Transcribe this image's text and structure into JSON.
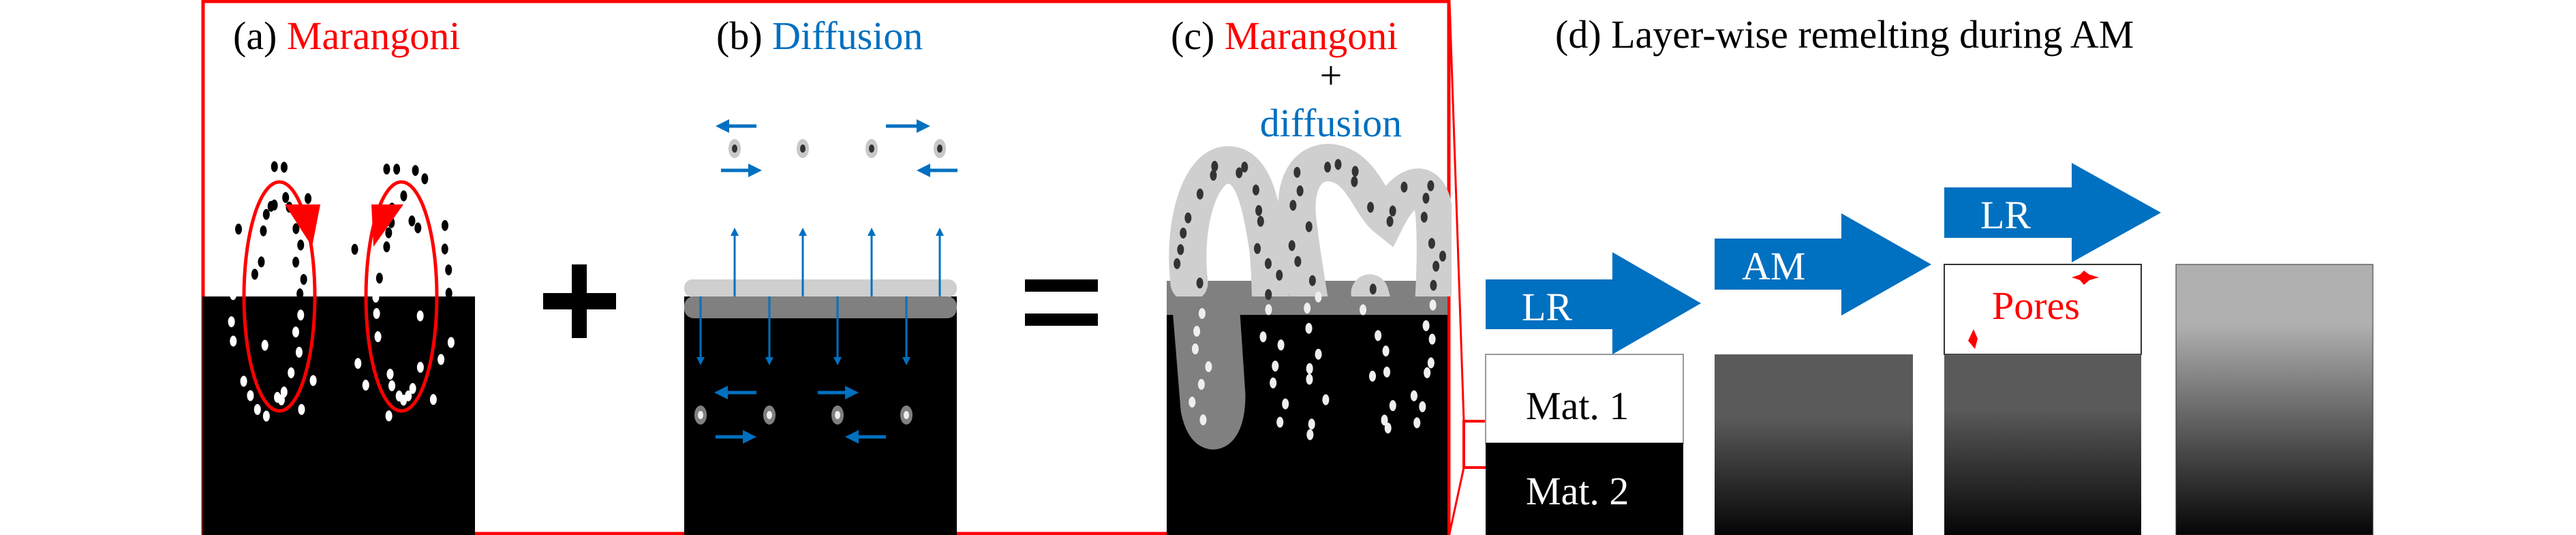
{
  "panel_a": {
    "label": "(a)",
    "title": "Marangoni"
  },
  "panel_b": {
    "label": "(b)",
    "title": "Diffusion"
  },
  "panel_c": {
    "label": "(c)",
    "title": "Marangoni",
    "plus": "+",
    "title2": "diffusion"
  },
  "operators": {
    "plus": "+",
    "equals": "="
  },
  "panel_d": {
    "title": "(d) Layer-wise remelting during AM",
    "arrows": [
      "LR",
      "AM",
      "LR"
    ],
    "mat1": "Mat. 1",
    "mat2": "Mat. 2",
    "pores": "Pores"
  },
  "colors": {
    "red": "#FF0000",
    "blue": "#0070C0",
    "black": "#000000"
  }
}
